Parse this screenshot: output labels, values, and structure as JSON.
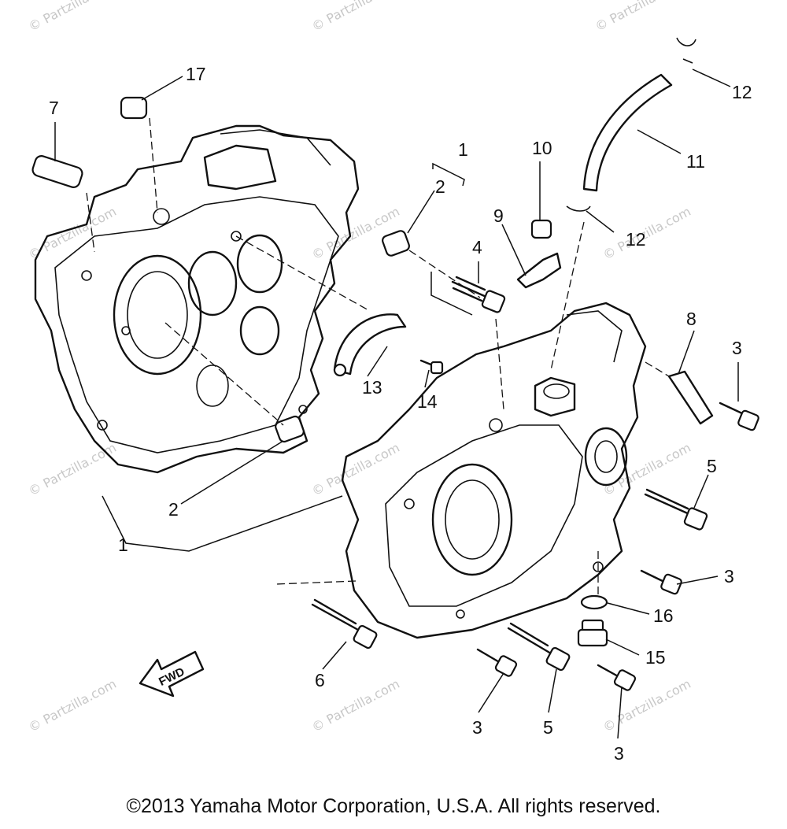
{
  "watermark": "© Partzilla.com",
  "copyright": "©2013 Yamaha Motor Corporation, U.S.A. All rights reserved.",
  "fwd_label": "FWD",
  "callouts": {
    "c1a": "1",
    "c1b": "1",
    "c2a": "2",
    "c2b": "2",
    "c3a": "3",
    "c3b": "3",
    "c3c": "3",
    "c3d": "3",
    "c4": "4",
    "c5a": "5",
    "c5b": "5",
    "c6": "6",
    "c7": "7",
    "c8": "8",
    "c9": "9",
    "c10": "10",
    "c11": "11",
    "c12a": "12",
    "c12b": "12",
    "c13": "13",
    "c14": "14",
    "c15": "15",
    "c16": "16",
    "c17": "17"
  }
}
